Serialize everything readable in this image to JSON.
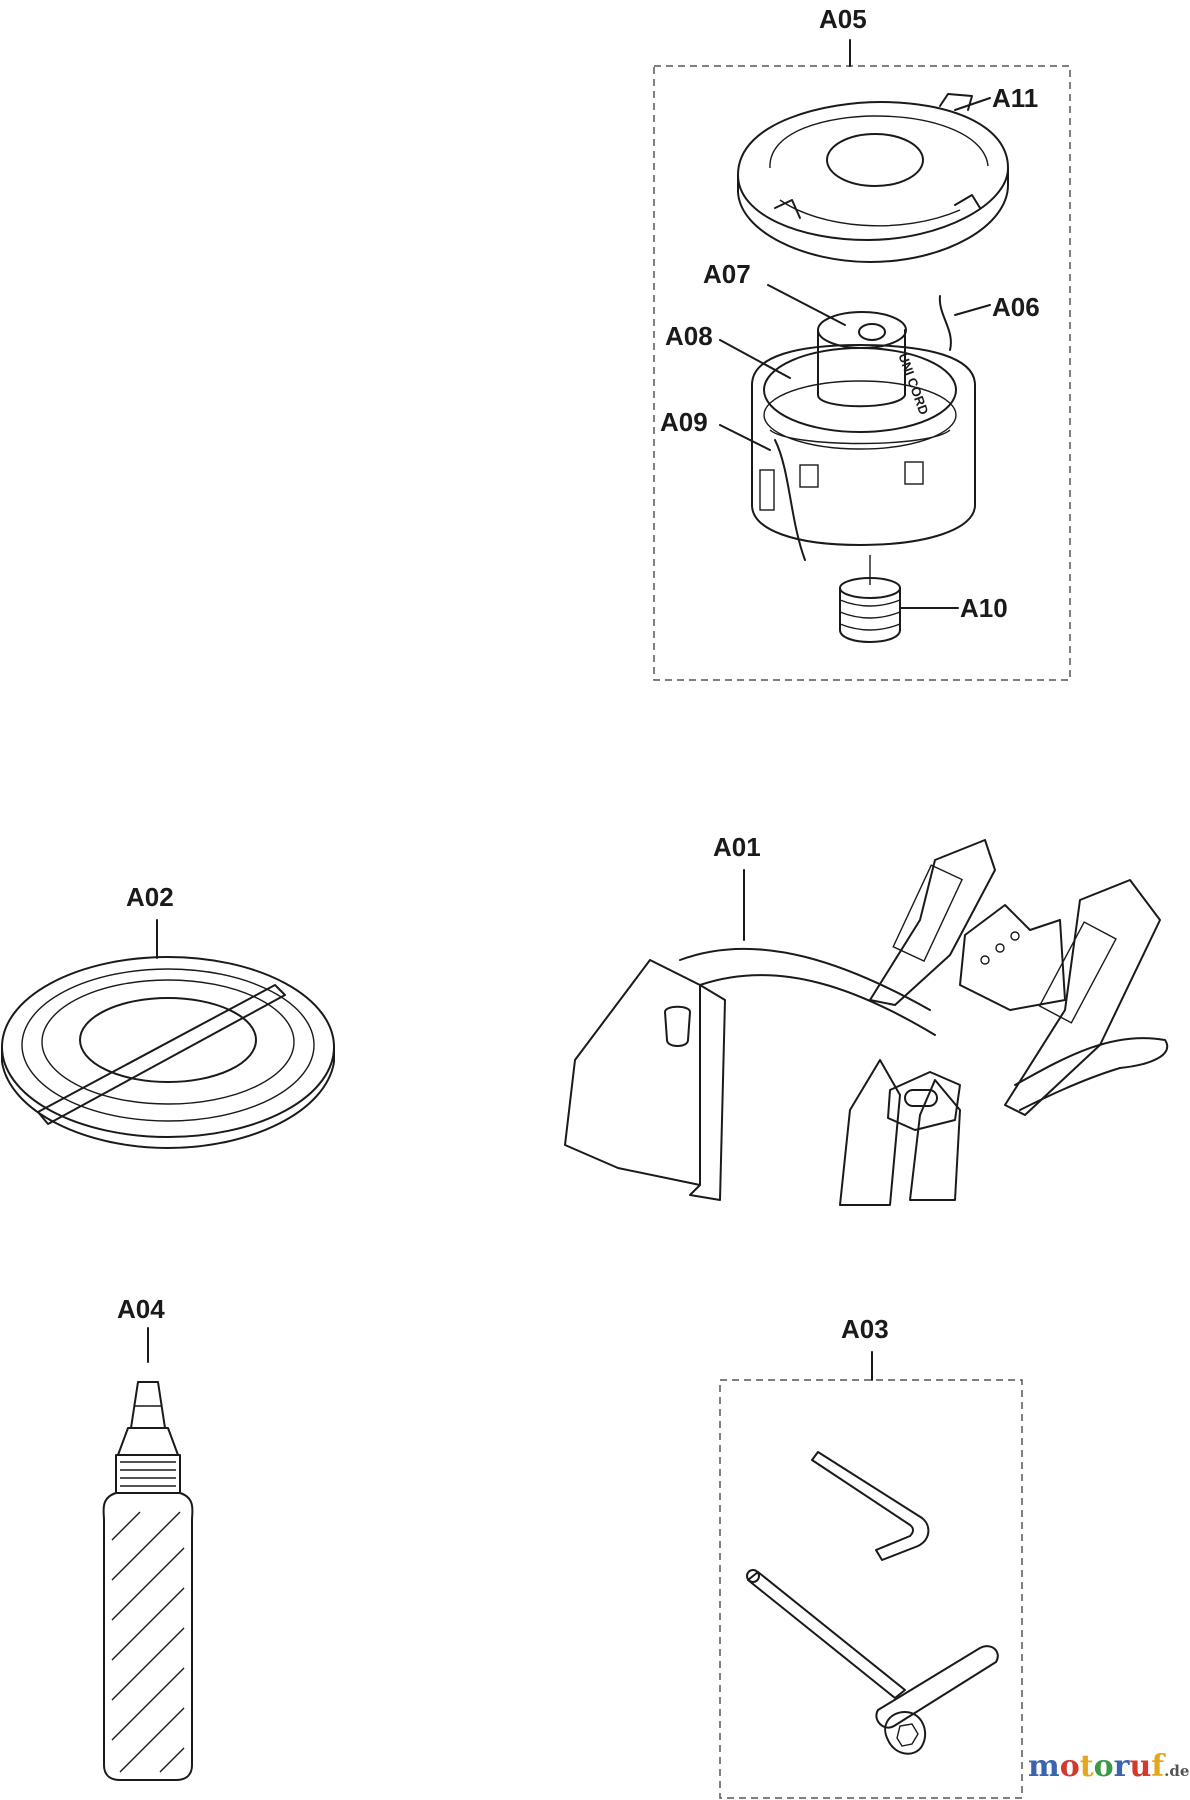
{
  "parts": {
    "a01": "A01",
    "a02": "A02",
    "a03": "A03",
    "a04": "A04",
    "a05": "A05",
    "a06": "A06",
    "a07": "A07",
    "a08": "A08",
    "a09": "A09",
    "a10": "A10",
    "a11": "A11"
  },
  "spool_print": "UNI CORD",
  "watermark": {
    "letters": [
      "m",
      "o",
      "t",
      "o",
      "r",
      "u",
      "f"
    ],
    "letter_colors": [
      "#3a64b0",
      "#d23a2e",
      "#e6a51f",
      "#3a9a45",
      "#3a64b0",
      "#d23a2e",
      "#e6a51f"
    ],
    "suffix": ".de",
    "suffix_color": "#555555"
  }
}
